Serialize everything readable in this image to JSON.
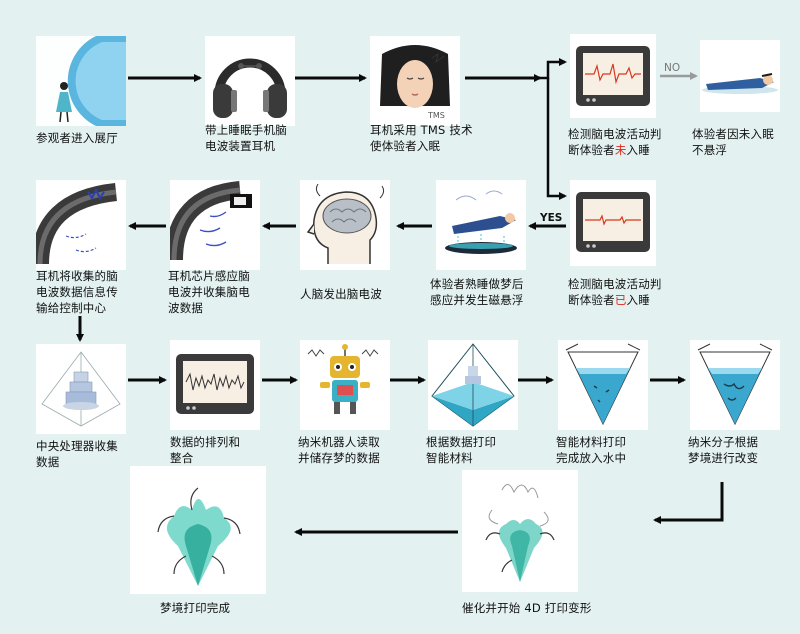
{
  "steps": [
    {
      "id": "enter",
      "label": "参观者进入展厅"
    },
    {
      "id": "headphones",
      "label": "带上睡眠手机脑\n电波装置耳机"
    },
    {
      "id": "tms",
      "label": "耳机采用 TMS 技术\n使体验者入眠"
    },
    {
      "id": "detect_not",
      "pre": "检测脑电波活动判\n断体验者",
      "mark": "未",
      "post": "入睡"
    },
    {
      "id": "not_float",
      "label": "体验者因未入眠\n不悬浮"
    },
    {
      "id": "detect_yes",
      "pre": "检测脑电波活动判\n断体验者",
      "mark": "已",
      "post": "入睡"
    },
    {
      "id": "dream_float",
      "label": "体验者熟睡做梦后\n感应并发生磁悬浮"
    },
    {
      "id": "brainwave",
      "label": "人脑发出脑电波"
    },
    {
      "id": "chip",
      "label": "耳机芯片感应脑\n电波并收集脑电\n波数据"
    },
    {
      "id": "transmit",
      "label": "耳机将收集的脑\n电波数据信息传\n输给控制中心"
    },
    {
      "id": "cpu",
      "label": "中央处理器收集\n数据"
    },
    {
      "id": "sort",
      "label": "数据的排列和\n整合"
    },
    {
      "id": "robot",
      "label": "纳米机器人读取\n并储存梦的数据"
    },
    {
      "id": "print_material",
      "label": "根据数据打印\n智能材料"
    },
    {
      "id": "into_water",
      "label": "智能材料打印\n完成放入水中"
    },
    {
      "id": "nano_change",
      "label": "纳米分子根据\n梦境进行改变"
    },
    {
      "id": "catalyze",
      "label": "催化并开始 4D 打印变形"
    },
    {
      "id": "done",
      "label": "梦境打印完成"
    }
  ],
  "branch_labels": {
    "no": "NO",
    "yes": "YES"
  },
  "colors": {
    "arrow": "#0a0a0a",
    "arrow_no": "#9a9a9a",
    "highlight": "#e0261b",
    "background": "#e3f2f1"
  },
  "icons": [
    "visitor-hall-icon",
    "headphones-icon",
    "tms-sleeper-icon",
    "eeg-monitor-icon",
    "lying-person-icon",
    "floating-sleeper-icon",
    "brain-head-icon",
    "chip-headphone-icon",
    "transmit-headphone-icon",
    "cpu-pyramid-icon",
    "nano-robot-icon",
    "print-pyramid-icon",
    "water-funnel-icon",
    "morph-sculpture-icon"
  ]
}
